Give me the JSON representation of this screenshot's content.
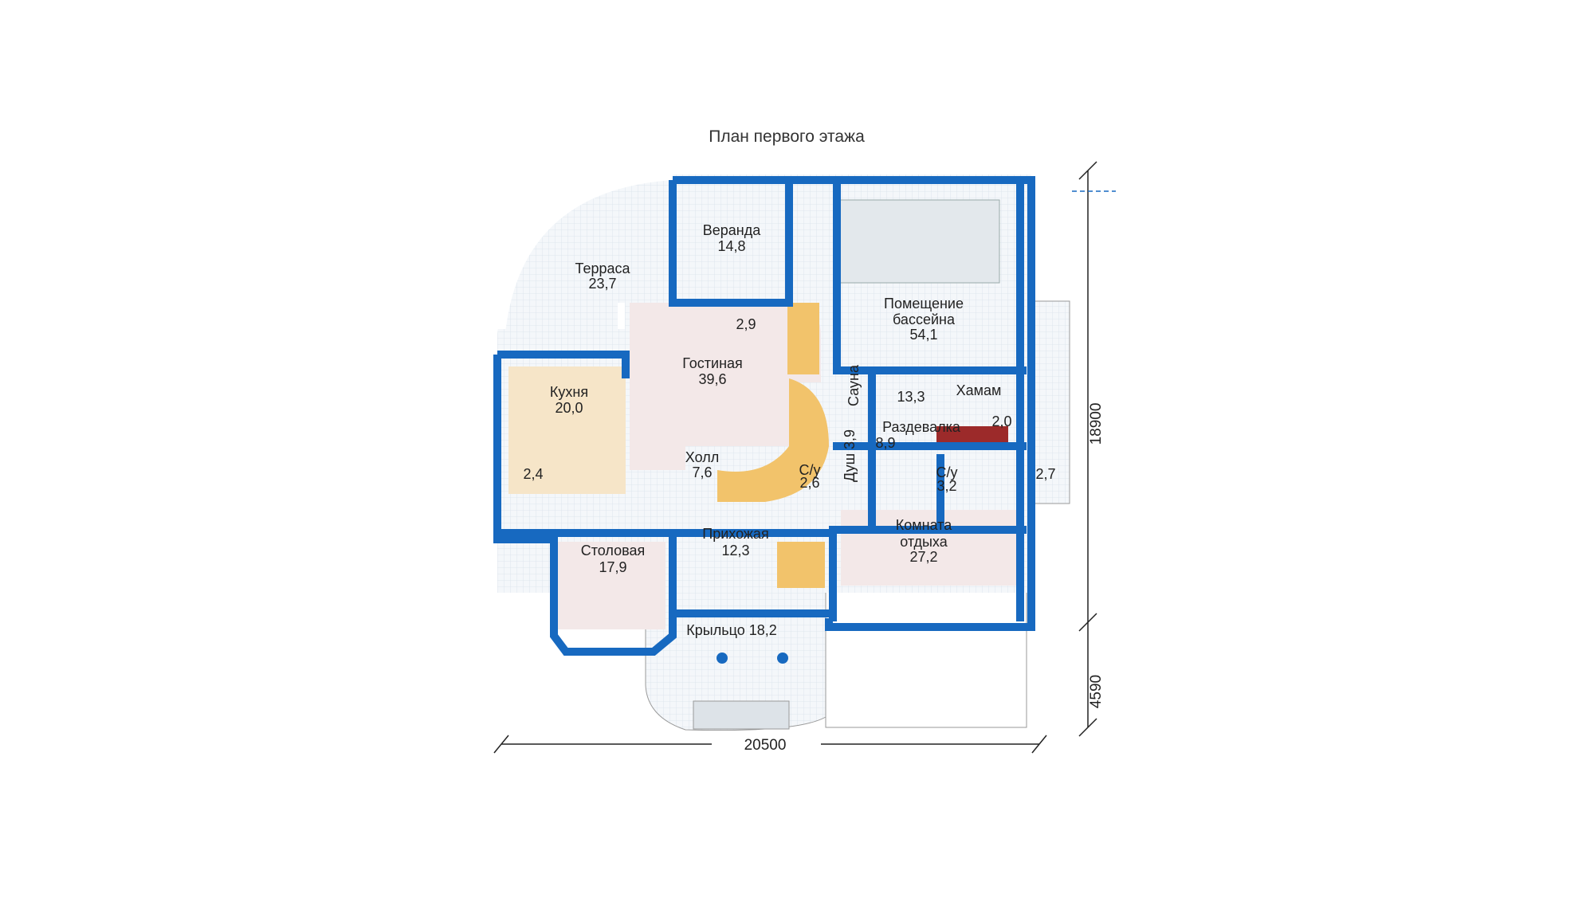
{
  "title": "План первого этажа",
  "colors": {
    "wall": "#1769c0",
    "floor": "#eef2f6",
    "kitchen": "#f6e5c8",
    "living": "#f3e8e8",
    "stairs": "#f2c36b",
    "pool": "#e3e8ec"
  },
  "rooms": {
    "veranda": {
      "name": "Веранда",
      "area": "14,8"
    },
    "terrace": {
      "name": "Терраса",
      "area": "23,7"
    },
    "small_29": {
      "area": "2,9"
    },
    "living": {
      "name": "Гостиная",
      "area": "39,6"
    },
    "kitchen": {
      "name": "Кухня",
      "area": "20,0"
    },
    "pool": {
      "name1": "Помещение",
      "name2": "бассейна",
      "area": "54,1"
    },
    "sauna": {
      "name": "Сауна"
    },
    "room_133": {
      "area": "13,3"
    },
    "hamam": {
      "name": "Хамам"
    },
    "changing": {
      "name": "Раздевалка",
      "area": "8,9"
    },
    "small_20": {
      "area": "2,0"
    },
    "shower": {
      "name": "Душ 3,9"
    },
    "wc1": {
      "name": "С/у",
      "area": "2,6"
    },
    "wc2": {
      "name": "С/у",
      "area": "3,2"
    },
    "small_27": {
      "area": "2,7"
    },
    "hall": {
      "name": "Холл",
      "area": "7,6"
    },
    "small_24": {
      "area": "2,4"
    },
    "entry": {
      "name": "Прихожая",
      "area": "12,3"
    },
    "dining": {
      "name": "Столовая",
      "area": "17,9"
    },
    "rest": {
      "name1": "Комната",
      "name2": "отдыха",
      "area": "27,2"
    },
    "porch": {
      "name": "Крыльцо 18,2"
    }
  },
  "dimensions": {
    "width": "20500",
    "depth_main": "18900",
    "depth_extra": "4590"
  }
}
